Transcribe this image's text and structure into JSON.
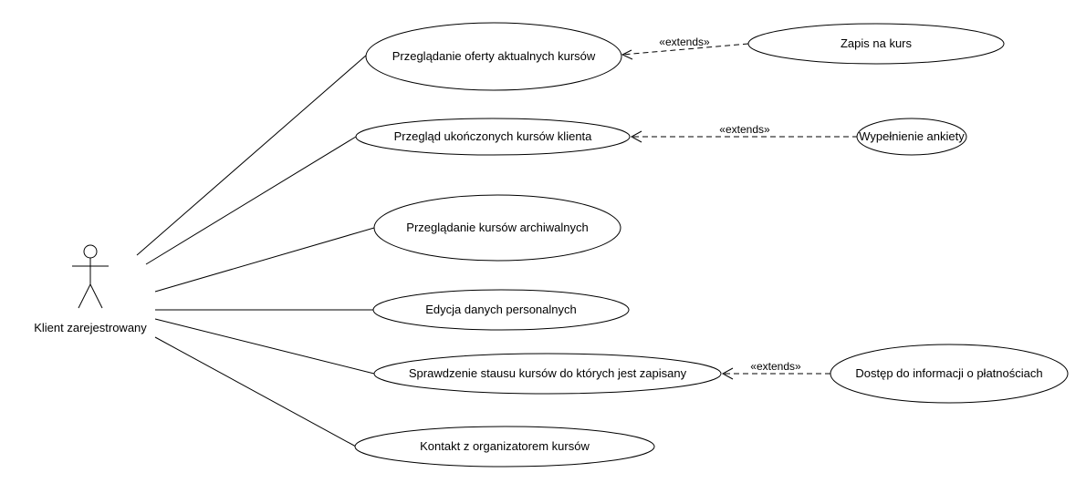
{
  "actor": {
    "name": "Klient zarejestrowany",
    "icon": "stick-figure-actor"
  },
  "use_cases": {
    "browse_current": "Przeglądanie oferty aktualnych kursów",
    "completed": "Przegląd ukończonych kursów klienta",
    "archived": "Przeglądanie kursów archiwalnych",
    "edit_personal": "Edycja danych personalnych",
    "check_status": "Sprawdzenie stausu kursów do których jest zapisany",
    "contact": "Kontakt z organizatorem kursów",
    "enroll": "Zapis na kurs",
    "survey": "Wypełnienie ankiety",
    "payments": "Dostęp do informacji o płatnościach"
  },
  "relations": {
    "extends_1": "«extends»",
    "extends_2": "«extends»",
    "extends_3": "«extends»"
  },
  "colors": {
    "stroke": "#000000",
    "fill": "#ffffff",
    "text": "#000000"
  }
}
